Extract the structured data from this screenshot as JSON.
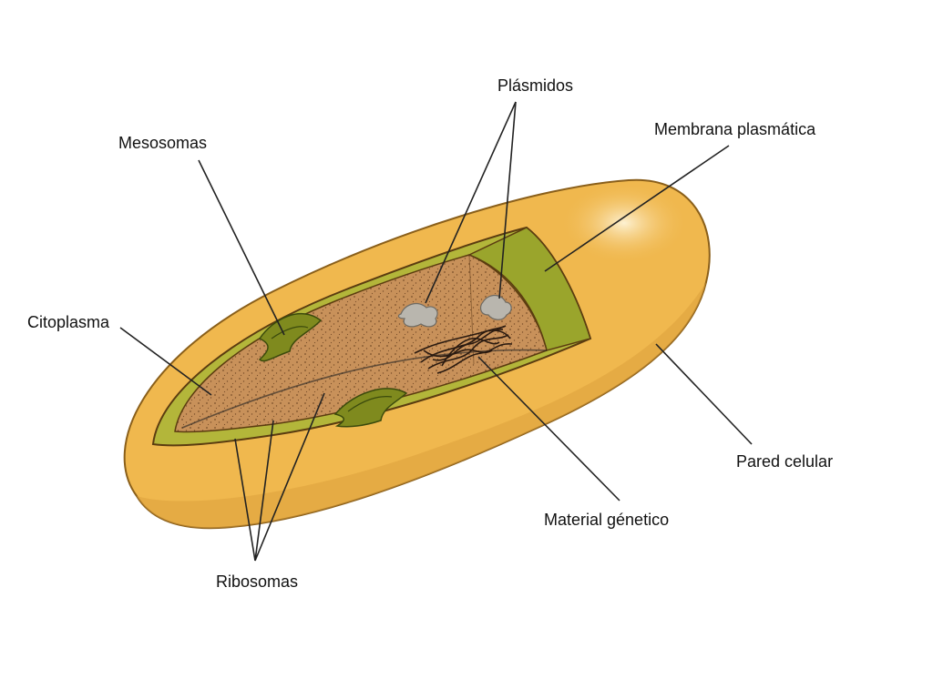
{
  "colors": {
    "background": "#ffffff",
    "cell_wall": "#f0b84e",
    "cell_wall_shade": "#dca13c",
    "cell_wall_highlight": "#fbe7b4",
    "membrane": "#b3b63a",
    "membrane_dark": "#8f9a26",
    "cytoplasm": "#c8915a",
    "cytoplasm_dots": "#7a4f2a",
    "plasmid": "#b9b6ae",
    "genetic_material": "#2a1a10",
    "outline": "#5b3c10",
    "leader_line": "#222222"
  },
  "labels": {
    "plasmidos": "Plásmidos",
    "membrana_plasmatica": "Membrana plasmática",
    "mesosomas": "Mesosomas",
    "citoplasma": "Citoplasma",
    "pared_celular": "Pared celular",
    "material_genetico": "Material génetico",
    "ribosomas": "Ribosomas"
  }
}
